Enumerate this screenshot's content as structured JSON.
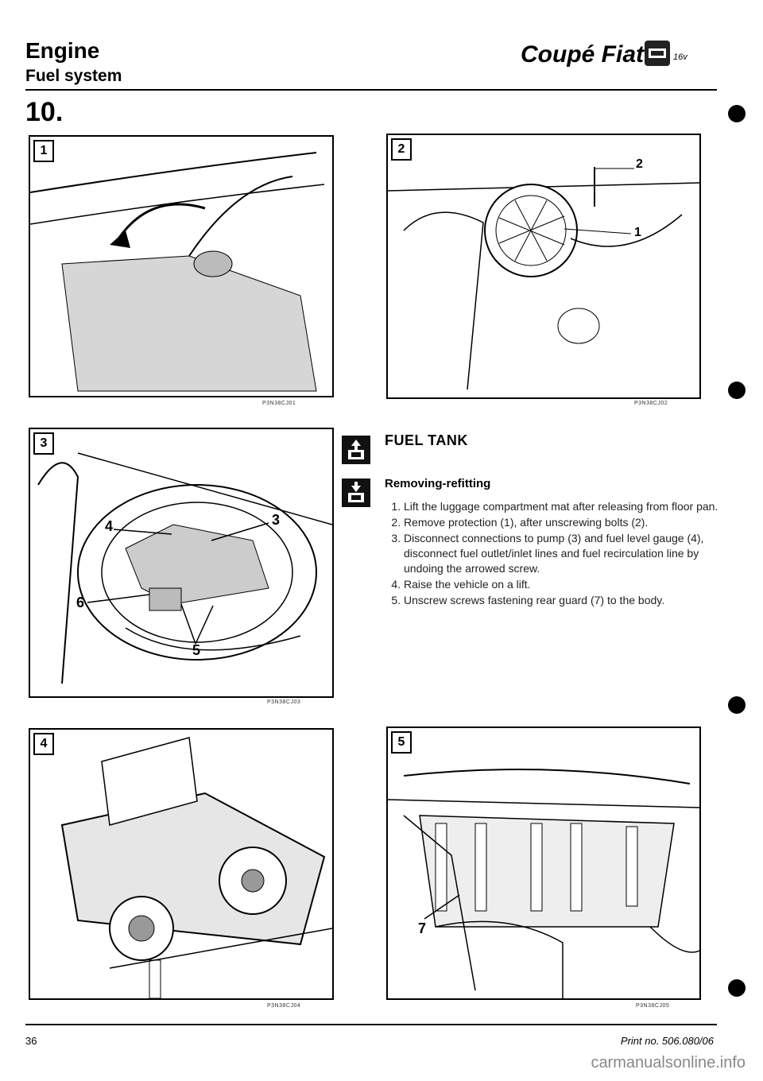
{
  "header": {
    "section": "Engine",
    "subsection": "Fuel system",
    "brand": "Coupé Fiat",
    "variant": "16v",
    "page_marker": "10."
  },
  "figures": [
    {
      "number": "1",
      "code": "P3N38CJ01"
    },
    {
      "number": "2",
      "code": "P3N38CJ02",
      "callouts": [
        "2",
        "1"
      ]
    },
    {
      "number": "3",
      "code": "P3N38CJ03",
      "callouts": [
        "4",
        "3",
        "6",
        "5"
      ]
    },
    {
      "number": "4",
      "code": "P3N38CJ04"
    },
    {
      "number": "5",
      "code": "P3N38CJ05",
      "callouts": [
        "7"
      ]
    }
  ],
  "content": {
    "heading": "FUEL TANK",
    "procedure_title": "Removing-refitting",
    "steps": [
      "Lift the luggage compartment mat after releasing from floor pan.",
      "Remove protection (1), after unscrewing bolts (2).",
      "Disconnect connections to pump (3) and fuel level gauge (4), disconnect fuel outlet/inlet lines and fuel recirculation line by undoing the arrowed screw.",
      "Raise the vehicle on a lift.",
      "Unscrew screws fastening rear guard (7) to the body."
    ]
  },
  "footer": {
    "page_number": "36",
    "print_no": "Print no. 506.080/06",
    "watermark": "carmanualsonline.info"
  }
}
